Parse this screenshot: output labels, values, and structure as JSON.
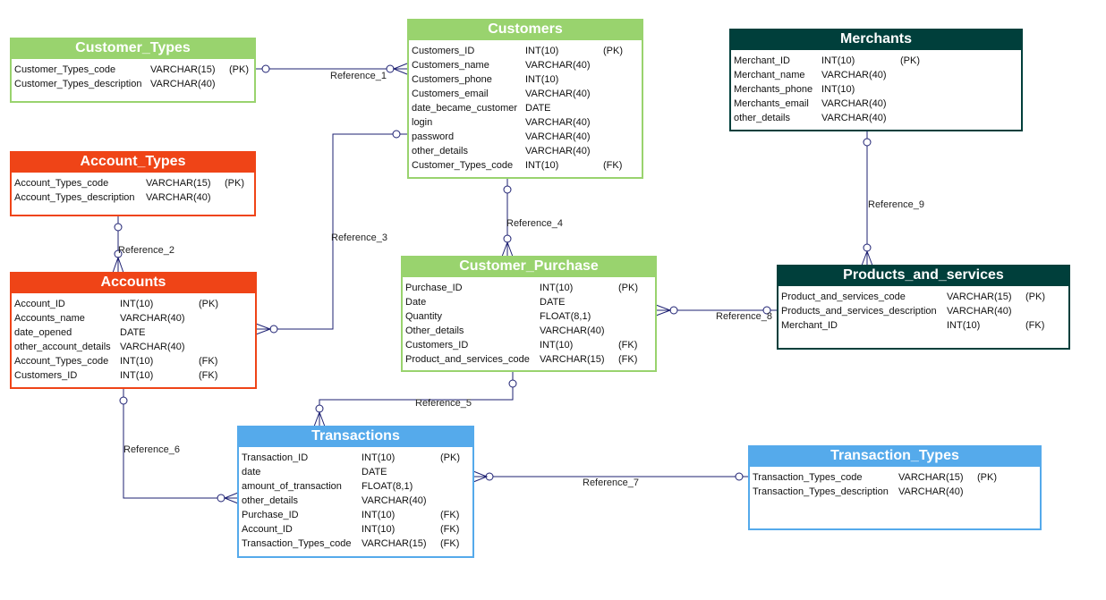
{
  "colors": {
    "green": "#99d36e",
    "red": "#ef4417",
    "blue": "#55aaeb",
    "teal": "#003f3b",
    "line": "#1d2072"
  },
  "entities": {
    "customer_types": {
      "title": "Customer_Types",
      "color": "green",
      "rows": [
        {
          "name": "Customer_Types_code",
          "type": "VARCHAR(15)",
          "key": "(PK)"
        },
        {
          "name": "Customer_Types_description",
          "type": "VARCHAR(40)",
          "key": ""
        }
      ]
    },
    "customers": {
      "title": "Customers",
      "color": "green",
      "rows": [
        {
          "name": "Customers_ID",
          "type": "INT(10)",
          "key": "(PK)"
        },
        {
          "name": "Customers_name",
          "type": "VARCHAR(40)",
          "key": ""
        },
        {
          "name": "Customers_phone",
          "type": "INT(10)",
          "key": ""
        },
        {
          "name": "Customers_email",
          "type": "VARCHAR(40)",
          "key": ""
        },
        {
          "name": "date_became_customer",
          "type": "DATE",
          "key": ""
        },
        {
          "name": "login",
          "type": "VARCHAR(40)",
          "key": ""
        },
        {
          "name": "password",
          "type": "VARCHAR(40)",
          "key": ""
        },
        {
          "name": "other_details",
          "type": "VARCHAR(40)",
          "key": ""
        },
        {
          "name": "Customer_Types_code",
          "type": "INT(10)",
          "key": "(FK)"
        }
      ]
    },
    "merchants": {
      "title": "Merchants",
      "color": "teal",
      "rows": [
        {
          "name": "Merchant_ID",
          "type": "INT(10)",
          "key": "(PK)"
        },
        {
          "name": "Merchant_name",
          "type": "VARCHAR(40)",
          "key": ""
        },
        {
          "name": "Merchants_phone",
          "type": "INT(10)",
          "key": ""
        },
        {
          "name": "Merchants_email",
          "type": "VARCHAR(40)",
          "key": ""
        },
        {
          "name": "other_details",
          "type": "VARCHAR(40)",
          "key": ""
        }
      ]
    },
    "account_types": {
      "title": "Account_Types",
      "color": "red",
      "rows": [
        {
          "name": "Account_Types_code",
          "type": "VARCHAR(15)",
          "key": "(PK)"
        },
        {
          "name": "Account_Types_description",
          "type": "VARCHAR(40)",
          "key": ""
        }
      ]
    },
    "accounts": {
      "title": "Accounts",
      "color": "red",
      "rows": [
        {
          "name": "Account_ID",
          "type": "INT(10)",
          "key": "(PK)"
        },
        {
          "name": "Accounts_name",
          "type": "VARCHAR(40)",
          "key": ""
        },
        {
          "name": "date_opened",
          "type": "DATE",
          "key": ""
        },
        {
          "name": "other_account_details",
          "type": "VARCHAR(40)",
          "key": ""
        },
        {
          "name": "Account_Types_code",
          "type": "INT(10)",
          "key": "(FK)"
        },
        {
          "name": "Customers_ID",
          "type": "INT(10)",
          "key": "(FK)"
        }
      ]
    },
    "customer_purchase": {
      "title": "Customer_Purchase",
      "color": "green",
      "rows": [
        {
          "name": "Purchase_ID",
          "type": "INT(10)",
          "key": "(PK)"
        },
        {
          "name": "Date",
          "type": "DATE",
          "key": ""
        },
        {
          "name": "Quantity",
          "type": "FLOAT(8,1)",
          "key": ""
        },
        {
          "name": "Other_details",
          "type": "VARCHAR(40)",
          "key": ""
        },
        {
          "name": "Customers_ID",
          "type": "INT(10)",
          "key": "(FK)"
        },
        {
          "name": "Product_and_services_code",
          "type": "VARCHAR(15)",
          "key": "(FK)"
        }
      ]
    },
    "products_and_services": {
      "title": "Products_and_services",
      "color": "teal",
      "rows": [
        {
          "name": "Product_and_services_code",
          "type": "VARCHAR(15)",
          "key": "(PK)"
        },
        {
          "name": "Products_and_services_description",
          "type": "VARCHAR(40)",
          "key": ""
        },
        {
          "name": "Merchant_ID",
          "type": "INT(10)",
          "key": "(FK)"
        }
      ]
    },
    "transactions": {
      "title": "Transactions",
      "color": "blue",
      "rows": [
        {
          "name": "Transaction_ID",
          "type": "INT(10)",
          "key": "(PK)"
        },
        {
          "name": "date",
          "type": "DATE",
          "key": ""
        },
        {
          "name": "amount_of_transaction",
          "type": "FLOAT(8,1)",
          "key": ""
        },
        {
          "name": "other_details",
          "type": "VARCHAR(40)",
          "key": ""
        },
        {
          "name": "Purchase_ID",
          "type": "INT(10)",
          "key": "(FK)"
        },
        {
          "name": "Account_ID",
          "type": "INT(10)",
          "key": "(FK)"
        },
        {
          "name": "Transaction_Types_code",
          "type": "VARCHAR(15)",
          "key": "(FK)"
        }
      ]
    },
    "transaction_types": {
      "title": "Transaction_Types",
      "color": "blue",
      "rows": [
        {
          "name": "Transaction_Types_code",
          "type": "VARCHAR(15)",
          "key": "(PK)"
        },
        {
          "name": "Transaction_Types_description",
          "type": "VARCHAR(40)",
          "key": ""
        }
      ]
    }
  },
  "references": {
    "ref1": "Reference_1",
    "ref2": "Reference_2",
    "ref3": "Reference_3",
    "ref4": "Reference_4",
    "ref5": "Reference_5",
    "ref6": "Reference_6",
    "ref7": "Reference_7",
    "ref8": "Reference_8",
    "ref9": "Reference_9"
  }
}
